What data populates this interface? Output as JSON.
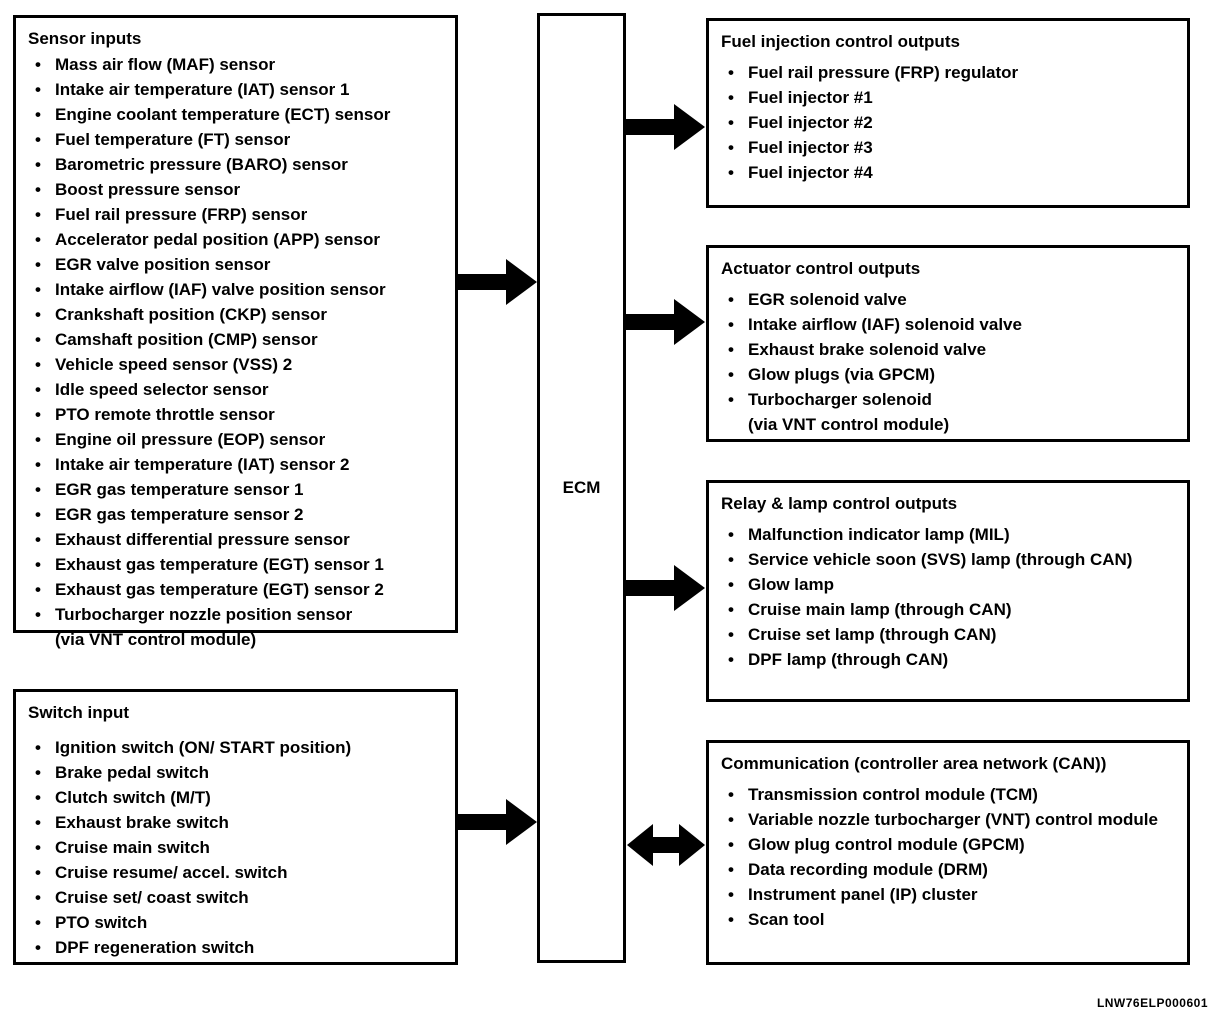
{
  "figure_code": "LNW76ELP000601",
  "ecm": {
    "label": "ECM"
  },
  "boxes": {
    "sensor_inputs": {
      "title": "Sensor inputs",
      "items": [
        "Mass air flow (MAF) sensor",
        "Intake air temperature (IAT) sensor 1",
        "Engine coolant temperature (ECT) sensor",
        "Fuel temperature (FT) sensor",
        "Barometric pressure (BARO) sensor",
        "Boost pressure sensor",
        "Fuel rail pressure (FRP) sensor",
        "Accelerator pedal position (APP) sensor",
        "EGR valve position sensor",
        "Intake airflow (IAF) valve position sensor",
        "Crankshaft position (CKP) sensor",
        "Camshaft position (CMP) sensor",
        "Vehicle speed sensor (VSS) 2",
        "Idle speed selector sensor",
        "PTO remote throttle sensor",
        "Engine oil pressure (EOP) sensor",
        "Intake air temperature (IAT) sensor 2",
        "EGR gas temperature sensor 1",
        "EGR gas temperature sensor 2",
        "Exhaust differential pressure sensor",
        "Exhaust gas temperature (EGT) sensor 1",
        "Exhaust gas temperature (EGT) sensor 2",
        "Turbocharger nozzle position sensor\n(via VNT control module)"
      ]
    },
    "switch_input": {
      "title": "Switch input",
      "items": [
        "Ignition switch (ON/ START position)",
        "Brake pedal switch",
        "Clutch switch (M/T)",
        "Exhaust brake switch",
        "Cruise main switch",
        "Cruise resume/ accel. switch",
        "Cruise set/ coast switch",
        "PTO switch",
        "DPF regeneration switch"
      ]
    },
    "fuel_injection": {
      "title": "Fuel injection control outputs",
      "items": [
        "Fuel rail pressure (FRP) regulator",
        "Fuel injector #1",
        "Fuel injector #2",
        "Fuel injector #3",
        "Fuel injector #4"
      ]
    },
    "actuator": {
      "title": "Actuator control outputs",
      "items": [
        "EGR solenoid valve",
        "Intake airflow (IAF) solenoid valve",
        "Exhaust brake solenoid valve",
        "Glow plugs (via GPCM)",
        "Turbocharger solenoid\n(via VNT control module)"
      ]
    },
    "relay_lamp": {
      "title": "Relay & lamp control outputs",
      "items": [
        "Malfunction indicator lamp (MIL)",
        "Service vehicle soon (SVS) lamp (through CAN)",
        "Glow lamp",
        "Cruise main lamp (through CAN)",
        "Cruise set lamp (through CAN)",
        "DPF lamp (through CAN)"
      ]
    },
    "communication": {
      "title": "Communication  (controller area network (CAN))",
      "items": [
        "Transmission control module (TCM)",
        "Variable nozzle turbocharger (VNT) control module",
        "Glow plug control module (GPCM)",
        "Data recording module (DRM)",
        "Instrument panel (IP) cluster",
        "Scan tool"
      ]
    }
  }
}
